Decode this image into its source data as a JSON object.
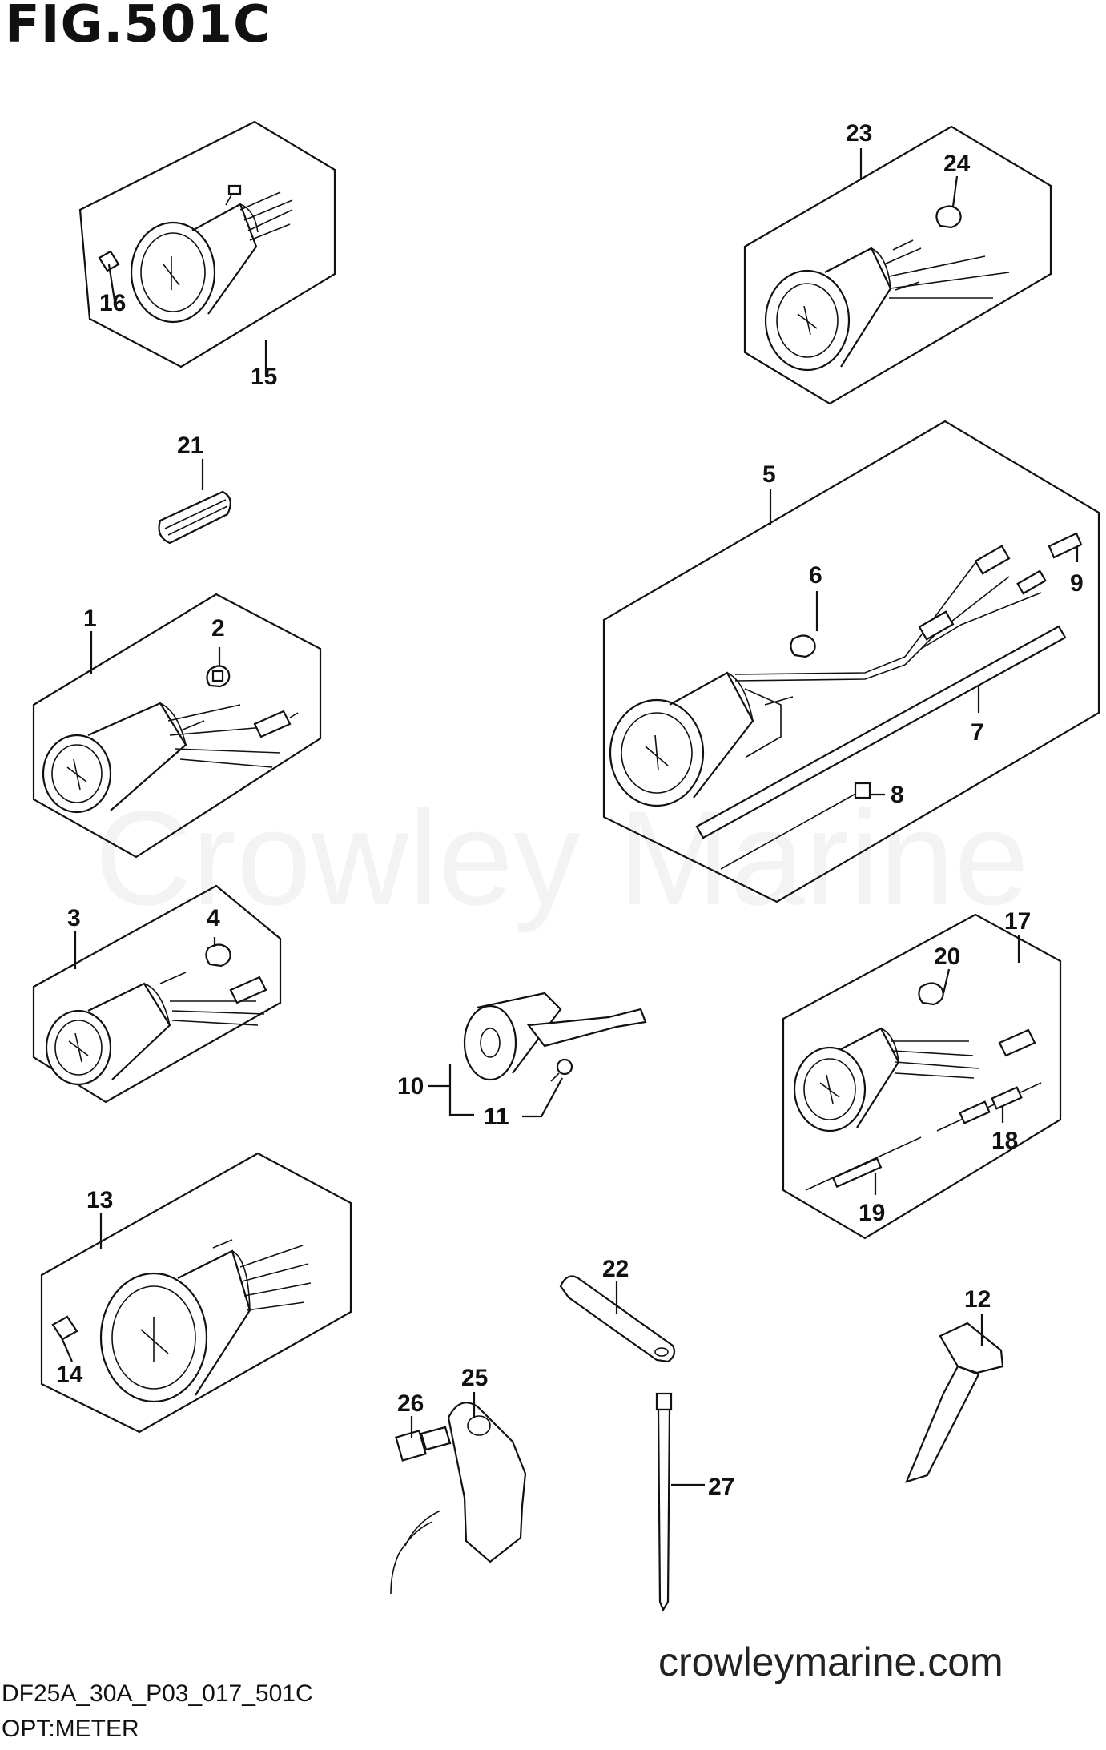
{
  "title": "FIG.501C",
  "footer": {
    "model_code": "DF25A_30A_P03_017_501C",
    "section": "OPT:METER",
    "website": "crowleymarine.com"
  },
  "watermark": "Crowley Marine",
  "callouts": [
    {
      "id": "1",
      "part": "gauge"
    },
    {
      "id": "2",
      "part": "bulb"
    },
    {
      "id": "3",
      "part": "gauge"
    },
    {
      "id": "4",
      "part": "bulb"
    },
    {
      "id": "5",
      "part": "gauge-kit"
    },
    {
      "id": "6",
      "part": "bulb"
    },
    {
      "id": "7",
      "part": "tube"
    },
    {
      "id": "8",
      "part": "cable-tie"
    },
    {
      "id": "9",
      "part": "connector"
    },
    {
      "id": "10",
      "part": "sensor-assembly"
    },
    {
      "id": "11",
      "part": "screw"
    },
    {
      "id": "12",
      "part": "sensor"
    },
    {
      "id": "13",
      "part": "gauge"
    },
    {
      "id": "14",
      "part": "bulb"
    },
    {
      "id": "15",
      "part": "gauge"
    },
    {
      "id": "16",
      "part": "bulb"
    },
    {
      "id": "17",
      "part": "gauge-kit"
    },
    {
      "id": "18",
      "part": "lead-wire"
    },
    {
      "id": "19",
      "part": "lead-wire"
    },
    {
      "id": "20",
      "part": "bulb"
    },
    {
      "id": "21",
      "part": "cap"
    },
    {
      "id": "22",
      "part": "bracket"
    },
    {
      "id": "23",
      "part": "gauge"
    },
    {
      "id": "24",
      "part": "bulb"
    },
    {
      "id": "25",
      "part": "bracket"
    },
    {
      "id": "26",
      "part": "bolt"
    },
    {
      "id": "27",
      "part": "cable-tie"
    }
  ]
}
